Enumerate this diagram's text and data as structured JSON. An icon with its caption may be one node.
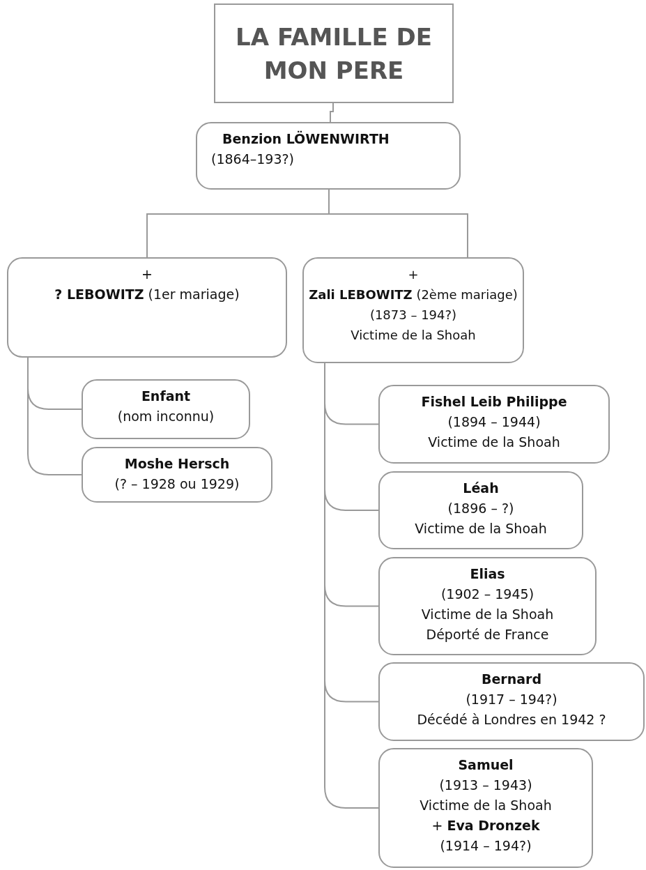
{
  "diagram": {
    "nodes": [
      {
        "text": [
          "LA FAMILLE DE MON PERE"
        ]
      },
      {
        "text": [
          "Benzion LÖWENWIRTH",
          "(1864–193?)"
        ]
      },
      {
        "text": [
          "+",
          "**? LEBOWITZ** (1er mariage)"
        ]
      },
      {
        "text": [
          "+",
          "**Zali LEBOWITZ** (2ème mariage)",
          "(1873 – 194?)",
          "Victime de la Shoah"
        ]
      },
      {
        "text": [
          "Enfant",
          "(nom inconnu)"
        ]
      },
      {
        "text": [
          "Moshe Hersch",
          "(? – 1928 ou 1929)"
        ]
      },
      {
        "text": [
          "Fishel Leib Philippe",
          "(1894 – 1944)",
          "Victime de la Shoah"
        ]
      },
      {
        "text": [
          "Léah",
          "(1896 – ?)",
          "Victime de la Shoah"
        ]
      },
      {
        "text": [
          "Elias",
          "(1902 – 1945)",
          "Victime de la Shoah",
          "Déporté de France"
        ]
      },
      {
        "text": [
          "Bernard",
          "(1917 – 194?)",
          "Décédé à Londres en 1942 ?"
        ]
      },
      {
        "text": [
          "Samuel",
          "(1913 – 1943)",
          "Victime de la Shoah",
          "+ **Eva Dronzek**",
          "(1914 – 194?)"
        ]
      }
    ],
    "edges": [
      {
        "from": 0,
        "to": 1,
        "arrow": "none"
      },
      {
        "from": 1,
        "to": 2,
        "arrow": "none"
      },
      {
        "from": 1,
        "to": 3,
        "arrow": "none"
      },
      {
        "from": 2,
        "to": 4,
        "arrow": "none"
      },
      {
        "from": 2,
        "to": 5,
        "arrow": "none"
      },
      {
        "from": 3,
        "to": 6,
        "arrow": "none"
      },
      {
        "from": 3,
        "to": 7,
        "arrow": "none"
      },
      {
        "from": 3,
        "to": 8,
        "arrow": "none"
      },
      {
        "from": 3,
        "to": 9,
        "arrow": "none"
      },
      {
        "from": 3,
        "to": 10,
        "arrow": "none"
      }
    ]
  }
}
